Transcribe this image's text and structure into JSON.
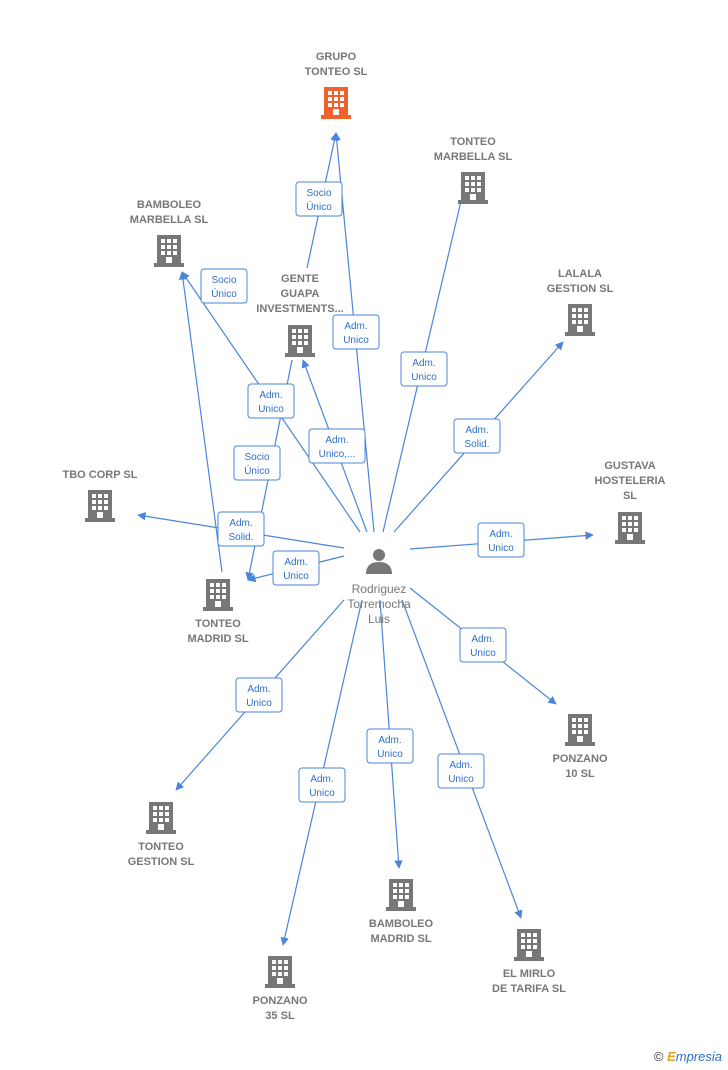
{
  "colors": {
    "edge": "#4a86d8",
    "building": "#777777",
    "highlight": "#f0612d",
    "text": "#777777"
  },
  "center": {
    "name": "center-person",
    "lines": [
      "Rodriguez",
      "Torremocha",
      "Luis"
    ]
  },
  "companies": [
    {
      "id": "grupo-tonteo",
      "lines": [
        "GRUPO",
        "TONTEO  SL"
      ],
      "highlight": true
    },
    {
      "id": "tonteo-marbella",
      "lines": [
        "TONTEO",
        "MARBELLA  SL"
      ]
    },
    {
      "id": "bamboleo-marbella",
      "lines": [
        "BAMBOLEO",
        "MARBELLA  SL"
      ]
    },
    {
      "id": "gente-guapa",
      "lines": [
        "GENTE",
        "GUAPA",
        "INVESTMENTS..."
      ]
    },
    {
      "id": "lalala-gestion",
      "lines": [
        "LALALA",
        "GESTION  SL"
      ]
    },
    {
      "id": "gustava-hosteleria",
      "lines": [
        "GUSTAVA",
        "HOSTELERIA",
        "SL"
      ]
    },
    {
      "id": "tbo-corp",
      "lines": [
        "TBO CORP  SL"
      ]
    },
    {
      "id": "tonteo-madrid",
      "lines": [
        "TONTEO",
        "MADRID  SL"
      ]
    },
    {
      "id": "ponzano-10",
      "lines": [
        "PONZANO",
        "10  SL"
      ]
    },
    {
      "id": "tonteo-gestion",
      "lines": [
        "TONTEO",
        "GESTION  SL"
      ]
    },
    {
      "id": "bamboleo-madrid",
      "lines": [
        "BAMBOLEO",
        "MADRID  SL"
      ]
    },
    {
      "id": "el-mirlo",
      "lines": [
        "EL MIRLO",
        "DE TARIFA  SL"
      ]
    },
    {
      "id": "ponzano-35",
      "lines": [
        "PONZANO",
        "35  SL"
      ]
    }
  ],
  "edges": [
    {
      "from": "gente-guapa",
      "to": "grupo-tonteo",
      "label": [
        "Socio",
        "Único"
      ]
    },
    {
      "from": "center",
      "to": "grupo-tonteo",
      "label": [
        "Adm.",
        "Unico"
      ]
    },
    {
      "from": "center",
      "to": "tonteo-marbella",
      "label": [
        "Adm.",
        "Unico"
      ]
    },
    {
      "from": "tonteo-madrid",
      "to": "bamboleo-marbella",
      "label": [
        "Socio",
        "Único"
      ]
    },
    {
      "from": "center",
      "to": "bamboleo-marbella",
      "label": [
        "Adm.",
        "Unico"
      ]
    },
    {
      "from": "center",
      "to": "gente-guapa",
      "label": [
        "Adm.",
        "Unico,..."
      ]
    },
    {
      "from": "center",
      "to": "lalala-gestion",
      "label": [
        "Adm.",
        "Solid."
      ]
    },
    {
      "from": "center",
      "to": "gustava-hosteleria",
      "label": [
        "Adm.",
        "Unico"
      ]
    },
    {
      "from": "center",
      "to": "tbo-corp",
      "label": [
        "Adm.",
        "Solid."
      ]
    },
    {
      "from": "gente-guapa",
      "to": "tonteo-madrid",
      "label": [
        "Socio",
        "Único"
      ]
    },
    {
      "from": "center",
      "to": "tonteo-madrid",
      "label": [
        "Adm.",
        "Unico"
      ]
    },
    {
      "from": "center",
      "to": "ponzano-10",
      "label": [
        "Adm.",
        "Unico"
      ]
    },
    {
      "from": "center",
      "to": "tonteo-gestion",
      "label": [
        "Adm.",
        "Unico"
      ]
    },
    {
      "from": "center",
      "to": "bamboleo-madrid",
      "label": [
        "Adm.",
        "Unico"
      ]
    },
    {
      "from": "center",
      "to": "el-mirlo",
      "label": [
        "Adm.",
        "Unico"
      ]
    },
    {
      "from": "center",
      "to": "ponzano-35",
      "label": [
        "Adm.",
        "Unico"
      ]
    }
  ],
  "watermark": {
    "symbol": "©",
    "brand_first": "E",
    "brand_rest": "mpresia"
  }
}
